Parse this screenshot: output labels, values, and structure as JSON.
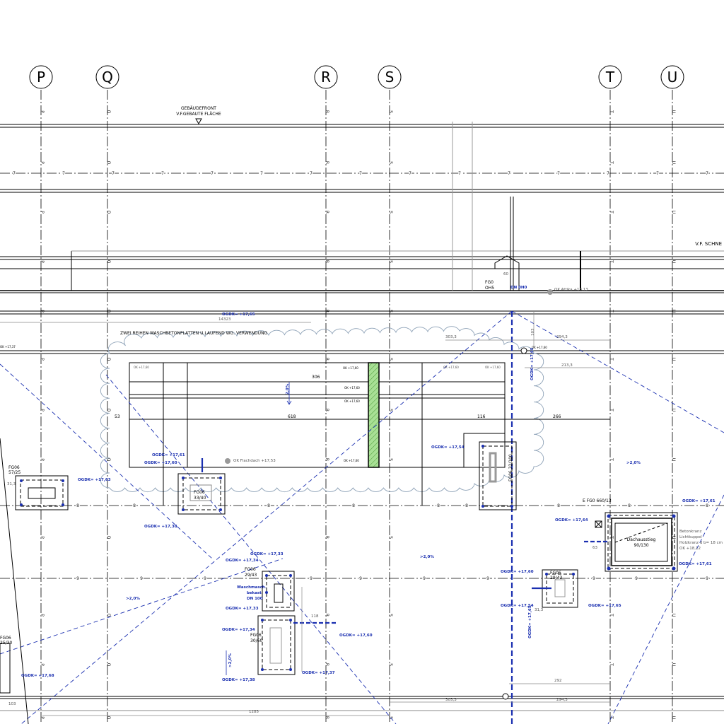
{
  "axes": [
    "P",
    "Q",
    "R",
    "S",
    "T",
    "U"
  ],
  "row_labels": {
    "row7": "7",
    "row8": "8",
    "row9": "9"
  },
  "titles": {
    "facade_front": "GEBÄUDEFRONT",
    "facade_area": "V.F.GEBAUTE FLÄCHE",
    "facade_right": "V.F. SCHNE",
    "cloud_note": "ZWEI REIHEN WASCHBETONPLATTEN U.LAUFEND WG. VERWENDUNG"
  },
  "dimensions": {
    "d14323": "14323",
    "d306": "306",
    "d618": "618",
    "d116": "116",
    "d266": "266",
    "d303_3a": "303,3",
    "d294_3a": "294,3",
    "d213_3": "213,3",
    "d103": "103",
    "d60": "60",
    "d53": "53",
    "d63": "63",
    "d31_3": "31,3",
    "d31_3b": "31,3",
    "d118": "118",
    "d292": "292",
    "d303_3b": "303,3",
    "d294_3b": "294,3",
    "d1285": "1285",
    "d103b": "103"
  },
  "levels": {
    "ok_top": "OGDK= +17,65",
    "ok_cloud": "OGDK= +17,65",
    "l1": "OGDK= +17,61",
    "l2": "OGDK= +17,60",
    "l3": "OGDK= +17,63",
    "l4": "OGDK= +17,38",
    "l5": "OGDK= +17,54",
    "l6": "OGDK= +17,61",
    "l7": "OGDK= +17,64",
    "l8": "OGDK= +17,54",
    "l9": "OGDK= +17,33",
    "l10": "OGDK= +17,34",
    "l11": "OGDK= +17,33",
    "l12": "OGDK= +17,34",
    "l13": "OGDK= +17,60",
    "l14": "OGDK= +17,37",
    "l15": "OGDK= +17,38",
    "l16": "OGDK= +17,60",
    "l17": "OGDK= +17,61",
    "l18": "OGDK= +17,65",
    "l19": "OGDK= +17,68",
    "l20": "OGDK= +17,65",
    "ok_attika": "OK Attika +18,13",
    "ok_flachdach": "OK Flachdach +17,53"
  },
  "slope": {
    "s1": "2,0%",
    "s2": ">2,0%",
    "s3": ">2,0%",
    "s4": ">2,0%",
    "s5": ">2,0%"
  },
  "elements": {
    "fg_left": "FG06",
    "fg_left_size": "57/25",
    "fg_3340": "FG06",
    "fg_3340_size": "33/40",
    "fg_mid": "FG06",
    "fg_mid_size": "29/43",
    "fg_low": "FG06",
    "fg_low_size": "30/60",
    "fg_tr": "FG06",
    "fg_tr_size": "29/43",
    "fg_bl": "FG06",
    "fg_bl_size": "25/30",
    "fg_right_col": "FG06 32/100",
    "fg_chimney": "FG0",
    "fg_chimney2": "OH5",
    "chimney_note": "DN 0H0",
    "waschmaschine": "Waschmasch.",
    "waschmaschine2": "bekast",
    "waschmaschine3": "DN 100",
    "dachausstieg": "Dachausstieg",
    "dachausstieg_size": "90/130",
    "daf_note": "E FG0 660/13",
    "rahmen1": "Betonkranz",
    "rahmen2": "Lichtkuppel",
    "rahmen3": "Holzkranz d b= 18 cm",
    "rahmen4": "OK +18,12",
    "ok_small1": "OK +17,60",
    "ok_small2": "OK +17,60",
    "ok_small3": "OK +17,60",
    "ok_small4": "OK +17,60",
    "ok_small5": "OK +17,60",
    "ok_small6": "OK +17,60",
    "ok_small7": "OK +17,60",
    "ok_small8": "OK +17,60",
    "ok_left": "OK +17,37"
  },
  "colors": {
    "line": "#000000",
    "blue": "#1a2fb0",
    "gray": "#8a8a8a",
    "cloud": "#8fa3b8",
    "green": "#8fd47a"
  }
}
